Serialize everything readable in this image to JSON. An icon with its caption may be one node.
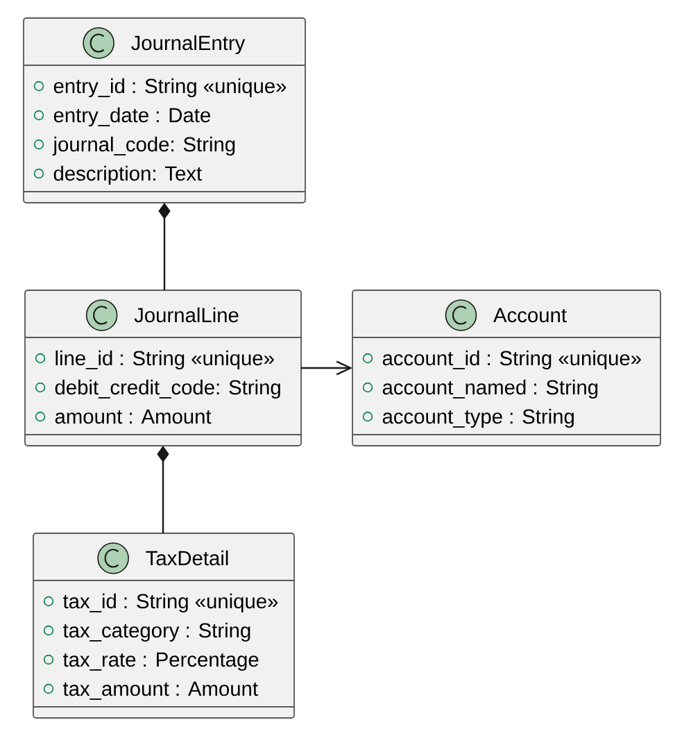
{
  "diagram": {
    "nodes": [
      {
        "text": [
          "JournalEntry",
          "entry_id : String «unique»",
          "entry_date : Date",
          "journal_code: String",
          "description: Text"
        ]
      },
      {
        "text": [
          "JournalLine",
          "line_id : String «unique»",
          "debit_credit_code: String",
          "amount : Amount"
        ]
      },
      {
        "text": [
          "Account",
          "account_id : String «unique»",
          "account_named : String",
          "account_type : String"
        ]
      },
      {
        "text": [
          "TaxDetail",
          "tax_id : String «unique»",
          "tax_category : String",
          "tax_rate : Percentage",
          "tax_amount : Amount"
        ]
      }
    ],
    "edges": [
      {
        "from": 0,
        "to": 1,
        "arrow": "other"
      },
      {
        "from": 1,
        "to": 2,
        "arrow": "to"
      },
      {
        "from": 1,
        "to": 3,
        "arrow": "other"
      }
    ]
  }
}
